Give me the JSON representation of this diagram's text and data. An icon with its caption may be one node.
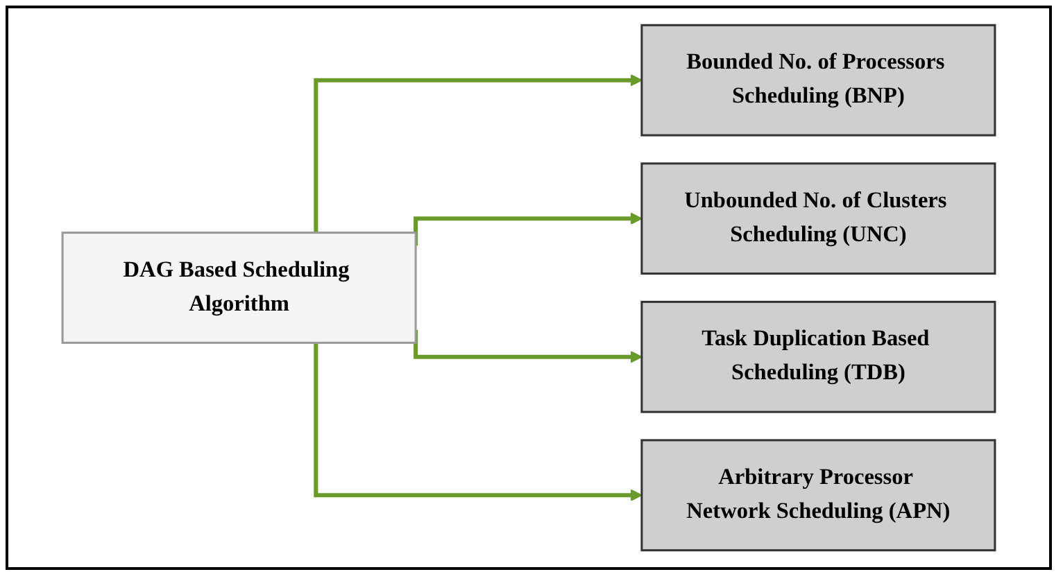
{
  "diagram": {
    "nodes": [
      {
        "text": [
          "DAG Based Scheduling Algorithm"
        ]
      },
      {
        "text": [
          "Bounded No. of Processors Scheduling (BNP)"
        ]
      },
      {
        "text": [
          "Unbounded No. of Clusters Scheduling (UNC)"
        ]
      },
      {
        "text": [
          "Task Duplication Based Scheduling (TDB)"
        ]
      },
      {
        "text": [
          "Arbitrary Processor Network Scheduling (APN)"
        ]
      }
    ],
    "edges": [
      {
        "from": 0,
        "to": 1,
        "arrow": "to"
      },
      {
        "from": 0,
        "to": 2,
        "arrow": "to"
      },
      {
        "from": 0,
        "to": 3,
        "arrow": "to"
      },
      {
        "from": 0,
        "to": 4,
        "arrow": "to"
      }
    ]
  }
}
